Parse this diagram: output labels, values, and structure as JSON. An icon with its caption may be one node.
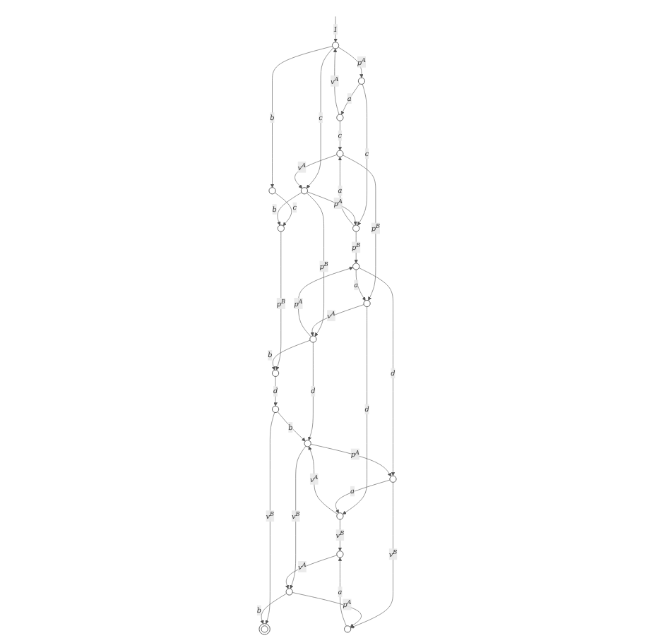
{
  "diagram": {
    "nodes": [
      {
        "text": [],
        "shape": "circle"
      },
      {
        "text": [],
        "shape": "circle"
      },
      {
        "text": [],
        "shape": "circle"
      },
      {
        "text": [],
        "shape": "circle"
      },
      {
        "text": [],
        "shape": "circle"
      },
      {
        "text": [],
        "shape": "circle"
      },
      {
        "text": [],
        "shape": "circle"
      },
      {
        "text": [],
        "shape": "circle"
      },
      {
        "text": [],
        "shape": "circle"
      },
      {
        "text": [],
        "shape": "circle"
      },
      {
        "text": [],
        "shape": "circle"
      },
      {
        "text": [],
        "shape": "circle"
      },
      {
        "text": [],
        "shape": "circle"
      },
      {
        "text": [],
        "shape": "doublecircle"
      },
      {
        "text": [],
        "shape": "circle"
      },
      {
        "text": [],
        "shape": "circle"
      },
      {
        "text": [],
        "shape": "circle"
      },
      {
        "text": [],
        "shape": "circle"
      },
      {
        "text": [],
        "shape": "circle"
      },
      {
        "text": [],
        "shape": "circle"
      }
    ],
    "edges": [
      {
        "from": null,
        "to": 1,
        "arrow": "to",
        "label": "1"
      },
      {
        "from": 1,
        "to": 0,
        "arrow": "to",
        "label": "b"
      },
      {
        "from": 0,
        "to": 2,
        "arrow": "to",
        "label": "c"
      },
      {
        "from": 1,
        "to": 3,
        "arrow": "to",
        "label": "p$^{A}$"
      },
      {
        "from": 1,
        "to": 4,
        "arrow": "to",
        "label": "c"
      },
      {
        "from": 4,
        "to": 2,
        "arrow": "to",
        "label": "b"
      },
      {
        "from": 2,
        "to": 5,
        "arrow": "to",
        "label": "p$^{B}$"
      },
      {
        "from": 3,
        "to": 6,
        "arrow": "to",
        "label": "a"
      },
      {
        "from": 3,
        "to": 7,
        "arrow": "to",
        "label": "c"
      },
      {
        "from": 4,
        "to": 7,
        "arrow": "to",
        "label": "p$^{A}$"
      },
      {
        "from": 6,
        "to": 1,
        "arrow": "to",
        "label": "v$^{A}$"
      },
      {
        "from": 4,
        "to": 8,
        "arrow": "to",
        "label": "p$^{B}$"
      },
      {
        "from": 8,
        "to": 5,
        "arrow": "to",
        "label": "b"
      },
      {
        "from": 5,
        "to": 9,
        "arrow": "to",
        "label": "d"
      },
      {
        "from": 6,
        "to": 10,
        "arrow": "to",
        "label": "c"
      },
      {
        "from": 7,
        "to": 10,
        "arrow": "to",
        "label": "a"
      },
      {
        "from": 10,
        "to": 4,
        "arrow": "to",
        "label": "v$^{A}$"
      },
      {
        "from": 7,
        "to": 11,
        "arrow": "to",
        "label": "p$^{B}$"
      },
      {
        "from": 8,
        "to": 11,
        "arrow": "to",
        "label": "p$^{A}$"
      },
      {
        "from": 8,
        "to": 12,
        "arrow": "to",
        "label": "d"
      },
      {
        "from": 9,
        "to": 12,
        "arrow": "to",
        "label": "b"
      },
      {
        "from": 9,
        "to": 13,
        "arrow": "to",
        "label": "v$^{B}$"
      },
      {
        "from": 10,
        "to": 14,
        "arrow": "to",
        "label": "p$^{B}$"
      },
      {
        "from": 11,
        "to": 14,
        "arrow": "to",
        "label": "a"
      },
      {
        "from": 14,
        "to": 8,
        "arrow": "to",
        "label": "v$^{A}$"
      },
      {
        "from": 11,
        "to": 15,
        "arrow": "to",
        "label": "d"
      },
      {
        "from": 12,
        "to": 15,
        "arrow": "to",
        "label": "p$^{A}$"
      },
      {
        "from": 12,
        "to": 16,
        "arrow": "to",
        "label": "v$^{B}$"
      },
      {
        "from": 16,
        "to": 13,
        "arrow": "to",
        "label": "b"
      },
      {
        "from": 14,
        "to": 17,
        "arrow": "to",
        "label": "d"
      },
      {
        "from": 15,
        "to": 17,
        "arrow": "to",
        "label": "a"
      },
      {
        "from": 17,
        "to": 12,
        "arrow": "to",
        "label": "v$^{A}$"
      },
      {
        "from": 15,
        "to": 18,
        "arrow": "to",
        "label": "v$^{B}$"
      },
      {
        "from": 16,
        "to": 18,
        "arrow": "to",
        "label": "p$^{A}$"
      },
      {
        "from": 17,
        "to": 19,
        "arrow": "to",
        "label": "v$^{B}$"
      },
      {
        "from": 18,
        "to": 19,
        "arrow": "to",
        "label": "a"
      },
      {
        "from": 19,
        "to": 16,
        "arrow": "to",
        "label": "v$^{A}$"
      }
    ]
  }
}
